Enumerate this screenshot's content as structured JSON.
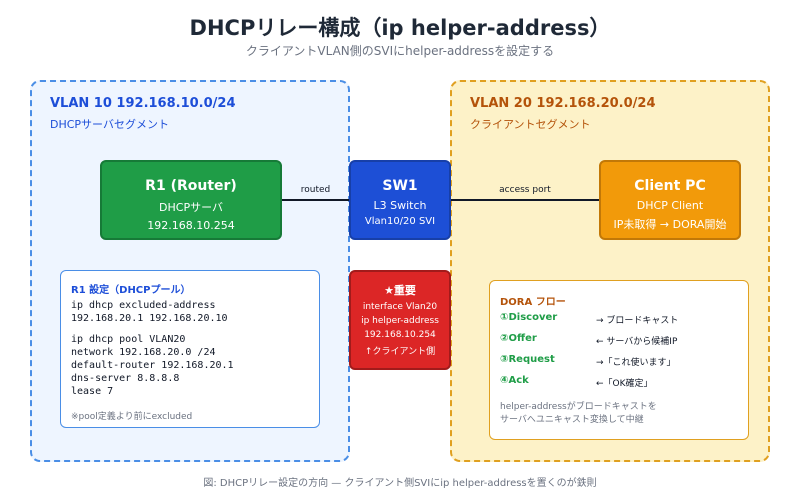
{
  "title": "DHCPリレー構成（ip helper-address）",
  "subtitle": "クライアントVLAN側のSVIにhelper-addressを設定する",
  "vlan10": {
    "title": "VLAN 10 192.168.10.0/24",
    "subtitle": "DHCPサーバセグメント"
  },
  "vlan20": {
    "title": "VLAN 20 192.168.20.0/24",
    "subtitle": "クライアントセグメント"
  },
  "r1": {
    "name": "R1 (Router)",
    "role": "DHCPサーバ",
    "ip": "192.168.10.254"
  },
  "sw1": {
    "name": "SW1",
    "role": "L3 Switch",
    "svi": "Vlan10/20 SVI"
  },
  "client": {
    "name": "Client PC",
    "role": "DHCP Client",
    "status": "IP未取得 → DORA開始"
  },
  "links": {
    "r1_sw1": "routed",
    "sw1_client": "access port"
  },
  "r1_config": {
    "title": "R1 設定（DHCPプール）",
    "block1": "ip dhcp excluded-address\n192.168.20.1 192.168.20.10",
    "block2": "ip dhcp pool VLAN20\nnetwork 192.168.20.0 /24\ndefault-router 192.168.20.1\ndns-server 8.8.8.8\nlease 7",
    "note": "※pool定義より前にexcluded"
  },
  "important": {
    "title": "★重要",
    "line1": "interface Vlan20",
    "line2": "ip helper-address",
    "line3": "192.168.10.254",
    "line4": "↑クライアント側"
  },
  "dora": {
    "title": "DORA フロー",
    "steps": [
      {
        "name": "①Discover",
        "desc": "→ ブロードキャスト"
      },
      {
        "name": "②Offer",
        "desc": "← サーバから候補IP"
      },
      {
        "name": "③Request",
        "desc": "→「これ使います」"
      },
      {
        "name": "④Ack",
        "desc": "←「OK確定」"
      }
    ],
    "note": "helper-addressがブロードキャストを\nサーバへユニキャスト変換して中継"
  },
  "caption": "図: DHCPリレー設定の方向 — クライアント側SVIにip helper-addressを置くのが鉄則",
  "colors": {
    "server_green": "#1f9d47",
    "switch_blue": "#1d4fd6",
    "client_orange": "#f29a0a",
    "important_red": "#dc2626",
    "vlan10_border": "#4a8ee6",
    "vlan20_border": "#e0a020"
  }
}
